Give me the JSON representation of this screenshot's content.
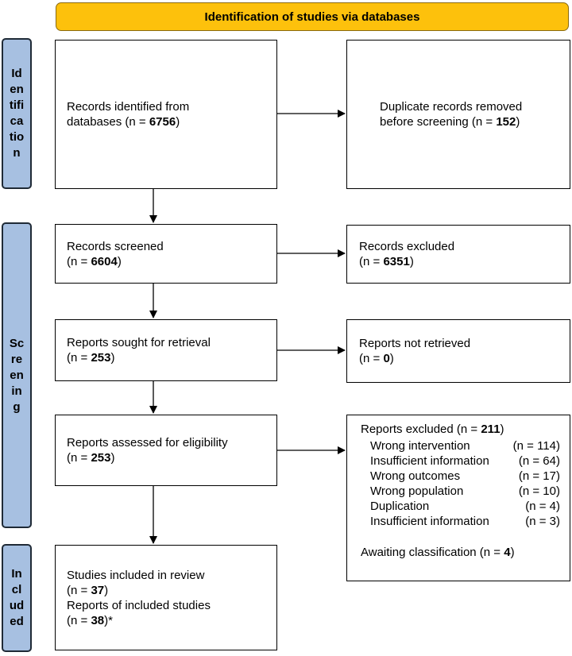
{
  "header": "Identification of studies via databases",
  "stages": {
    "identification": [
      "Id",
      "en",
      "tifi",
      "ca",
      "tio",
      "n"
    ],
    "screening": [
      "Sc",
      "re",
      "en",
      "in",
      "g"
    ],
    "included": [
      "In",
      "cl",
      "ud",
      "ed"
    ]
  },
  "boxes": {
    "records_identified": {
      "line1": "Records identified from",
      "line2_pre": "databases (n = ",
      "line2_num": "6756",
      "line2_post": ")"
    },
    "duplicates_removed": {
      "line1": "Duplicate records removed",
      "line2_pre": "before screening (n = ",
      "line2_num": "152",
      "line2_post": ")"
    },
    "records_screened": {
      "line1": "Records screened",
      "line2_pre": "(n = ",
      "line2_num": "6604",
      "line2_post": ")"
    },
    "records_excluded": {
      "line1": "Records excluded",
      "line2_pre": "(n = ",
      "line2_num": "6351",
      "line2_post": ")"
    },
    "reports_sought": {
      "line1": "Reports sought for retrieval",
      "line2_pre": "(n = ",
      "line2_num": "253",
      "line2_post": ")"
    },
    "reports_not_retrieved": {
      "line1": "Reports not retrieved",
      "line2_pre": "(n = ",
      "line2_num": "0",
      "line2_post": ")"
    },
    "reports_assessed": {
      "line1": "Reports assessed for eligibility",
      "line2_pre": "(n = ",
      "line2_num": "253",
      "line2_post": ")"
    },
    "reports_excluded": {
      "title_pre": "Reports excluded (n = ",
      "title_num": "211",
      "title_post": ")",
      "reasons": [
        {
          "label": "Wrong intervention",
          "count": "(n = 114)"
        },
        {
          "label": "Insufficient information",
          "count": "(n = 64)"
        },
        {
          "label": "Wrong outcomes",
          "count": "(n = 17)"
        },
        {
          "label": "Wrong population",
          "count": "(n = 10)"
        },
        {
          "label": "Duplication",
          "count": "(n = 4)"
        },
        {
          "label": "Insufficient information",
          "count": "(n = 3)"
        }
      ],
      "awaiting_pre": "Awaiting classification (n = ",
      "awaiting_num": "4",
      "awaiting_post": ")"
    },
    "included": {
      "line1": "Studies included in review",
      "line2_pre": "(n = ",
      "line2_num": "37",
      "line2_post": ")",
      "line3": "Reports of included studies",
      "line4_pre": "(n = ",
      "line4_num": "38",
      "line4_post": ")*"
    }
  }
}
